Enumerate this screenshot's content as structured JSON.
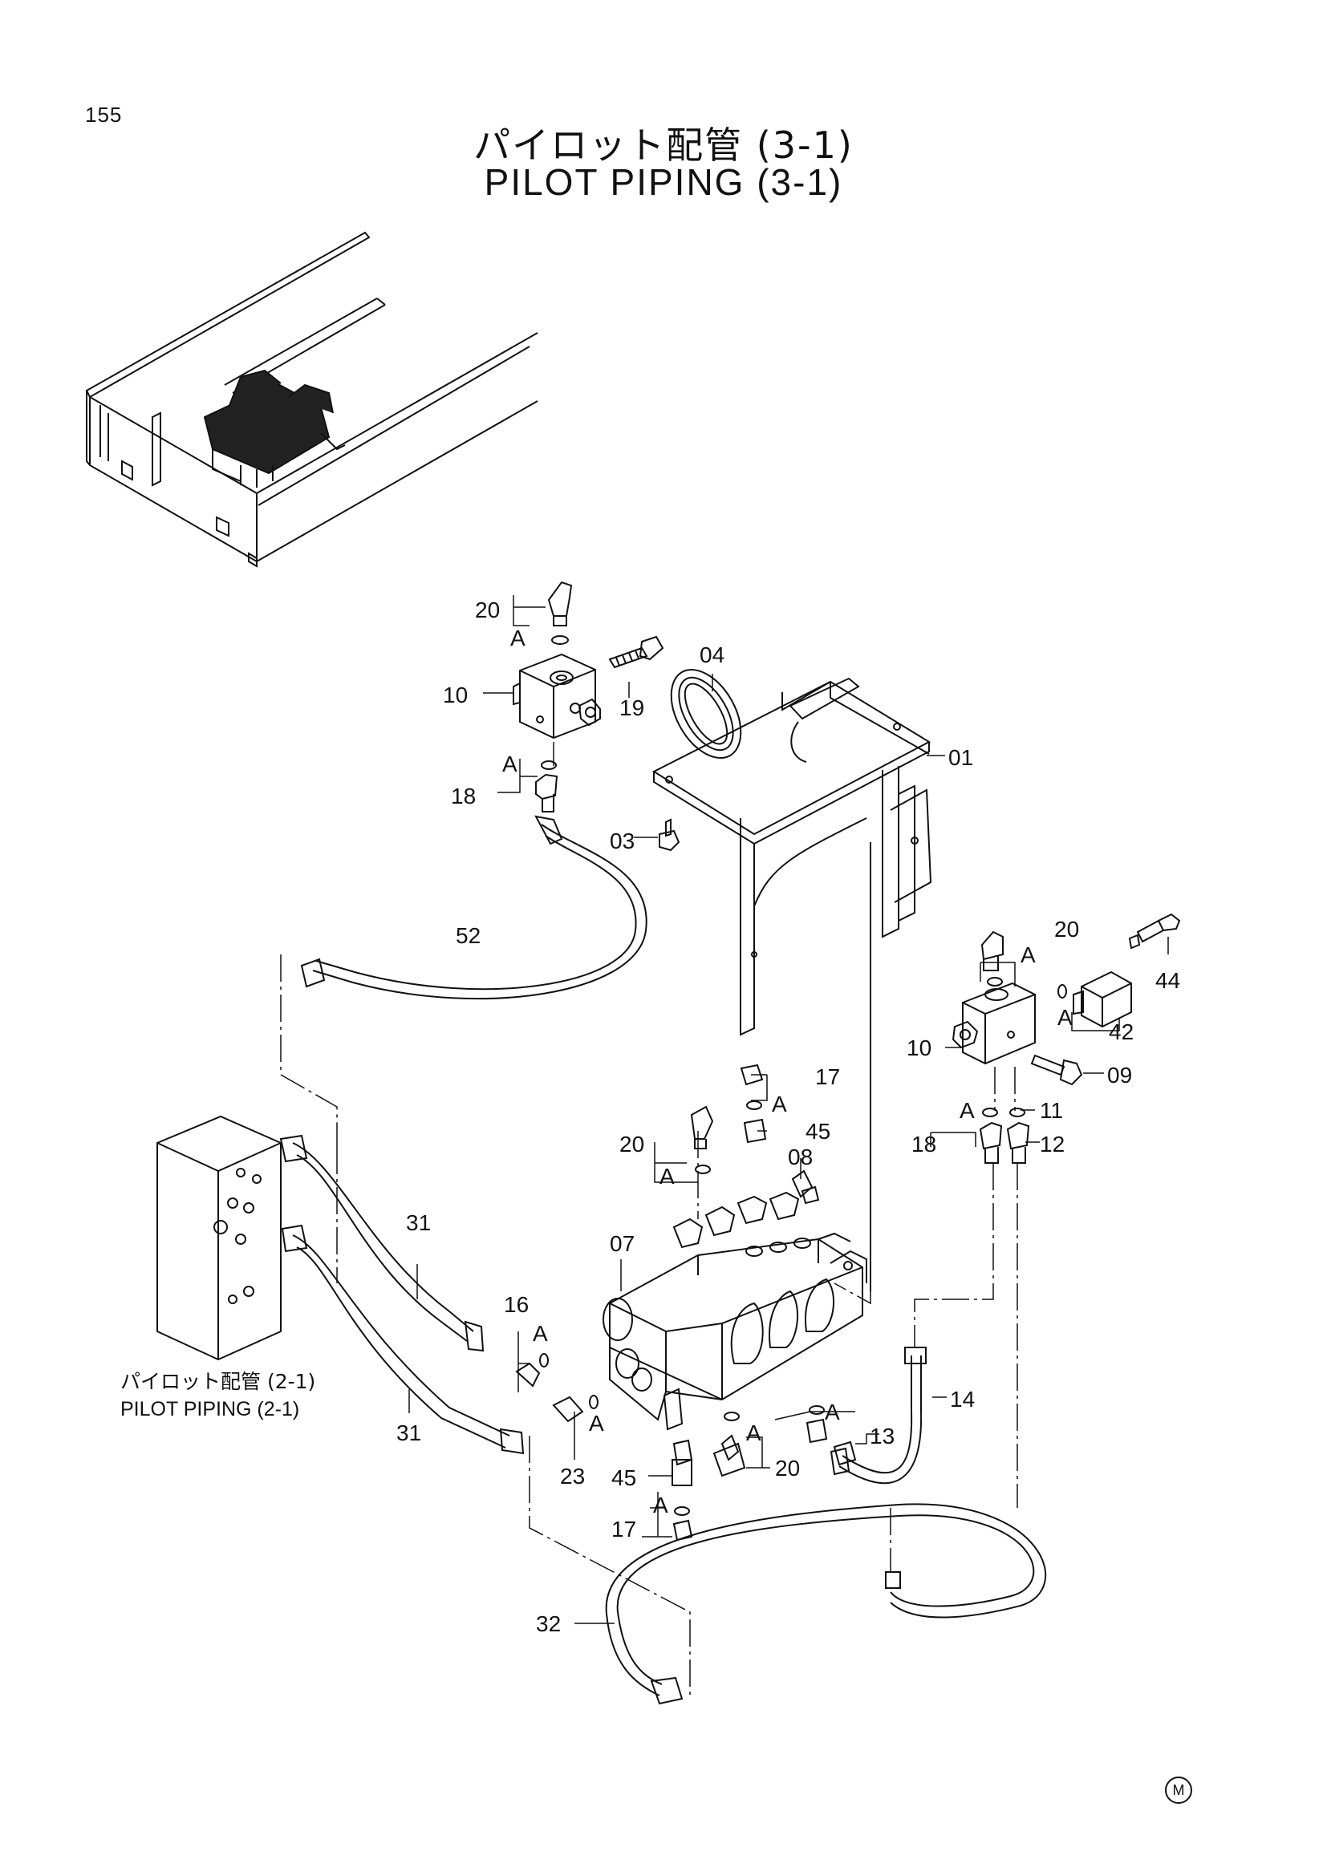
{
  "page_number": "155",
  "title_jp": "パイロット配管 (3-1)",
  "title_en": "PILOT PIPING (3-1)",
  "reference": {
    "jp": "パイロット配管 (2-1)",
    "en": "PILOT PIPING (2-1)"
  },
  "mark": "M",
  "callout_letter": "A",
  "parts": {
    "p01": "01",
    "p03": "03",
    "p04": "04",
    "p07": "07",
    "p08": "08",
    "p09": "09",
    "p10a": "10",
    "p10b": "10",
    "p11": "11",
    "p12": "12",
    "p13": "13",
    "p14": "14",
    "p16": "16",
    "p17a": "17",
    "p17b": "17",
    "p18a": "18",
    "p18b": "18",
    "p19": "19",
    "p20a": "20",
    "p20b": "20",
    "p20c": "20",
    "p20d": "20",
    "p23": "23",
    "p31a": "31",
    "p31b": "31",
    "p32": "32",
    "p42": "42",
    "p44": "44",
    "p45a": "45",
    "p45b": "45",
    "p52": "52"
  }
}
